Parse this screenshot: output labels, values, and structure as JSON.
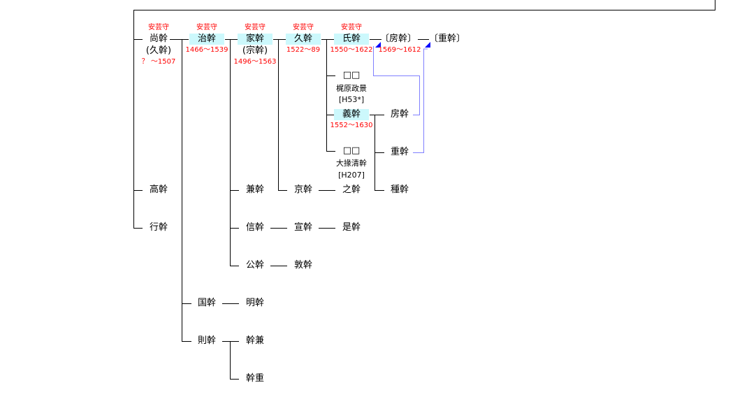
{
  "title_label": "安芸守",
  "nodes": {
    "naomoto": {
      "name": "尚幹",
      "alt": "(久幹)",
      "dates": "？ ～1507"
    },
    "harumoto": {
      "name": "治幹",
      "dates": "1466～1539"
    },
    "iemoto": {
      "name": "家幹",
      "alt": "(宗幹)",
      "dates": "1496～1563"
    },
    "hisamoto": {
      "name": "久幹",
      "dates": "1522～89"
    },
    "ujimoto": {
      "name": "氏幹",
      "dates": "1550～1622"
    },
    "fusamoto_b": {
      "name": "〔房幹〕",
      "dates": "1569～1612"
    },
    "shigemoto_b": {
      "name": "〔重幹〕"
    },
    "unknown1": {
      "name": "□□",
      "note": "梶原政景",
      "ref": "[H53*]"
    },
    "yoshimoto": {
      "name": "義幹",
      "dates": "1552～1630"
    },
    "fusamoto": {
      "name": "房幹"
    },
    "unknown2": {
      "name": "□□",
      "note": "大掾清幹",
      "ref": "[H207]"
    },
    "shigemoto": {
      "name": "重幹"
    },
    "tanemoto": {
      "name": "種幹"
    },
    "takamoto": {
      "name": "高幹"
    },
    "yukimoto": {
      "name": "行幹"
    },
    "kanemoto": {
      "name": "兼幹"
    },
    "kyomoto": {
      "name": "京幹"
    },
    "koremoto_no": {
      "name": "之幹"
    },
    "nobumoto": {
      "name": "信幹"
    },
    "nobumoto2": {
      "name": "宣幹"
    },
    "koremoto": {
      "name": "是幹"
    },
    "kimimoto": {
      "name": "公幹"
    },
    "atsumoto": {
      "name": "敦幹"
    },
    "kunimoto": {
      "name": "国幹"
    },
    "akimoto": {
      "name": "明幹"
    },
    "norimoto": {
      "name": "則幹"
    },
    "motokane": {
      "name": "幹兼"
    },
    "motoshige": {
      "name": "幹重"
    }
  },
  "colors": {
    "line": "#000000",
    "link": "#8080ff",
    "arrow": "#0000ff",
    "highlight": "#ccf8fc",
    "dates": "#ff0000"
  }
}
